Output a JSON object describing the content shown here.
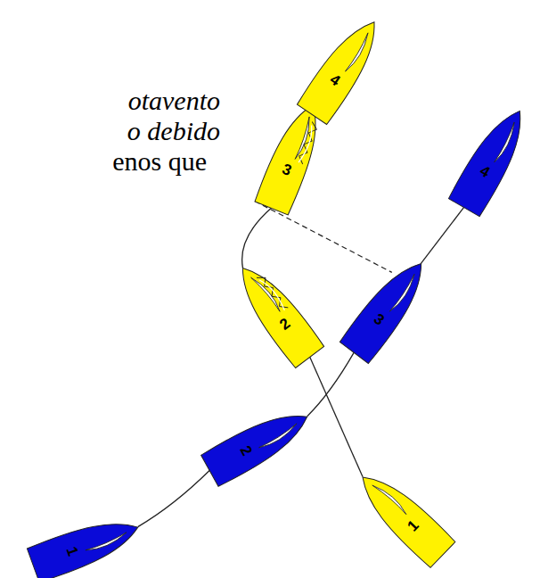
{
  "diagram": {
    "nodes": [
      {
        "text": [
          "1"
        ]
      },
      {
        "text": [
          "2"
        ]
      },
      {
        "text": [
          "3"
        ]
      },
      {
        "text": [
          "4"
        ]
      },
      {
        "text": [
          "1"
        ]
      },
      {
        "text": [
          "2"
        ]
      },
      {
        "text": [
          "3"
        ]
      },
      {
        "text": [
          "4"
        ]
      }
    ],
    "edges": [
      {
        "from": 0,
        "to": 1,
        "arrow": "none"
      },
      {
        "from": 1,
        "to": 2,
        "arrow": "none"
      },
      {
        "from": 2,
        "to": 3,
        "arrow": "none"
      },
      {
        "from": 4,
        "to": 5,
        "arrow": "none"
      },
      {
        "from": 5,
        "to": 6,
        "arrow": "none"
      },
      {
        "from": 6,
        "to": 7,
        "arrow": "none"
      },
      {
        "from": 2,
        "to": 6,
        "arrow": "none"
      }
    ],
    "labels": [
      "otavento",
      "o debido",
      "enos que"
    ]
  }
}
